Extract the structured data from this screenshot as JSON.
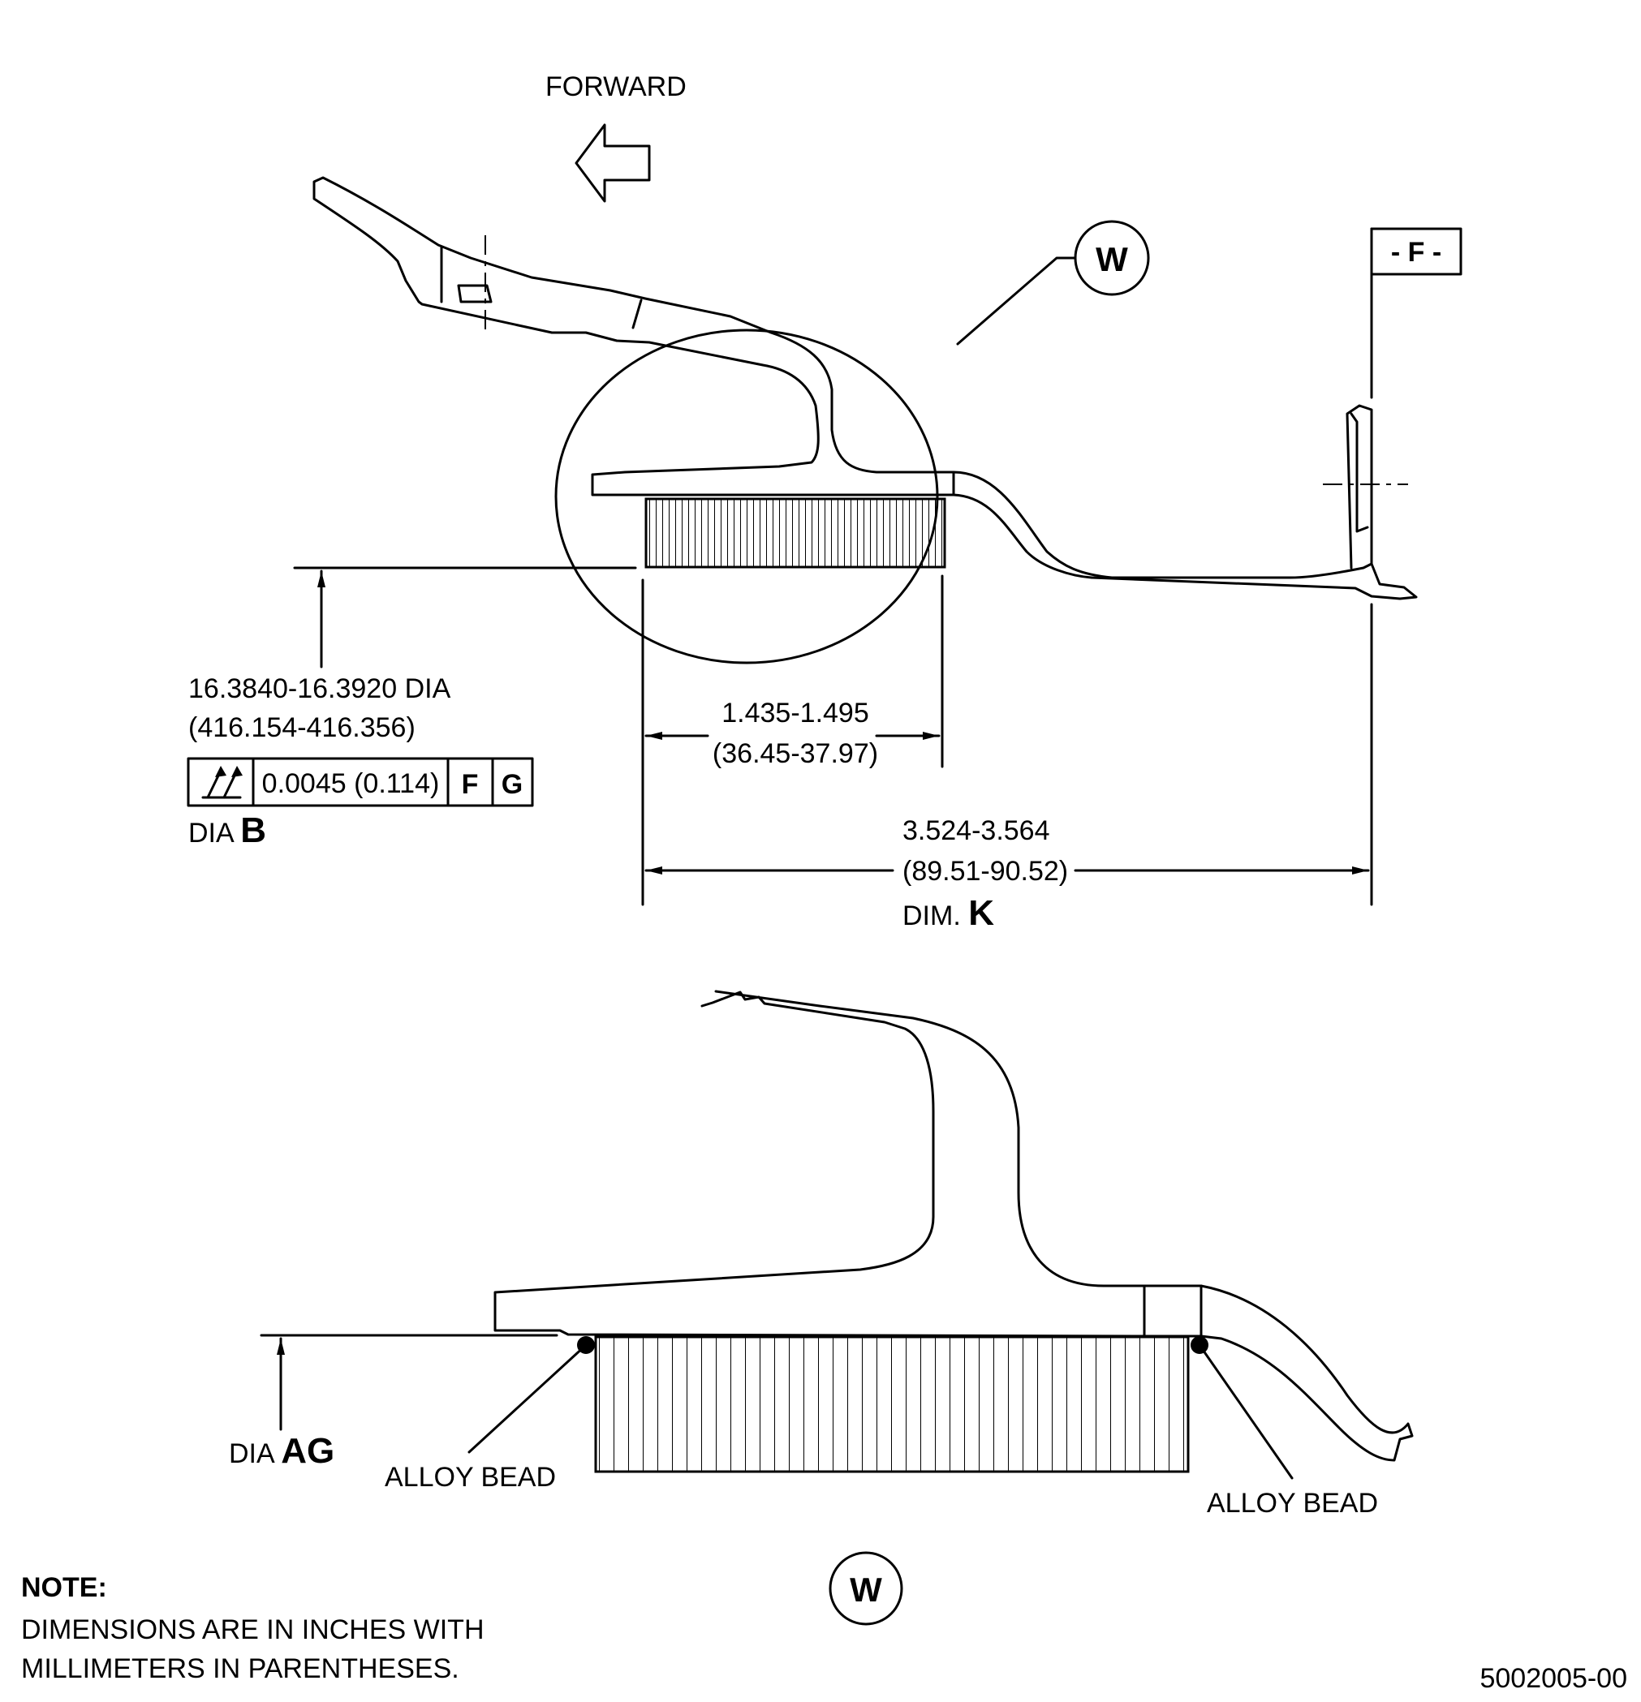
{
  "direction_label": "FORWARD",
  "view_bubble": "W",
  "datum_label": "- F -",
  "diameter_dimension": {
    "inch": "16.3840-16.3920 DIA",
    "mm": "(416.154-416.356)"
  },
  "feature_control_frame": {
    "tolerance": "0.0045 (0.114)",
    "datum_1": "F",
    "datum_2": "G",
    "symbol": "total-runout-icon"
  },
  "dia_b": {
    "prefix": "DIA",
    "letter": "B"
  },
  "width_dimension": {
    "inch": "1.435-1.495",
    "mm": "(36.45-37.97)"
  },
  "dim_k": {
    "inch": "3.524-3.564",
    "mm": "(89.51-90.52)",
    "prefix": "DIM.",
    "letter": "K"
  },
  "dia_ag": {
    "prefix": "DIA",
    "letter": "AG"
  },
  "alloy_bead_left": "ALLOY BEAD",
  "alloy_bead_right": "ALLOY BEAD",
  "detail_bubble": "W",
  "note": {
    "heading": "NOTE:",
    "line1": "DIMENSIONS ARE IN INCHES WITH",
    "line2": "MILLIMETERS IN PARENTHESES."
  },
  "drawing_number": "5002005-00"
}
